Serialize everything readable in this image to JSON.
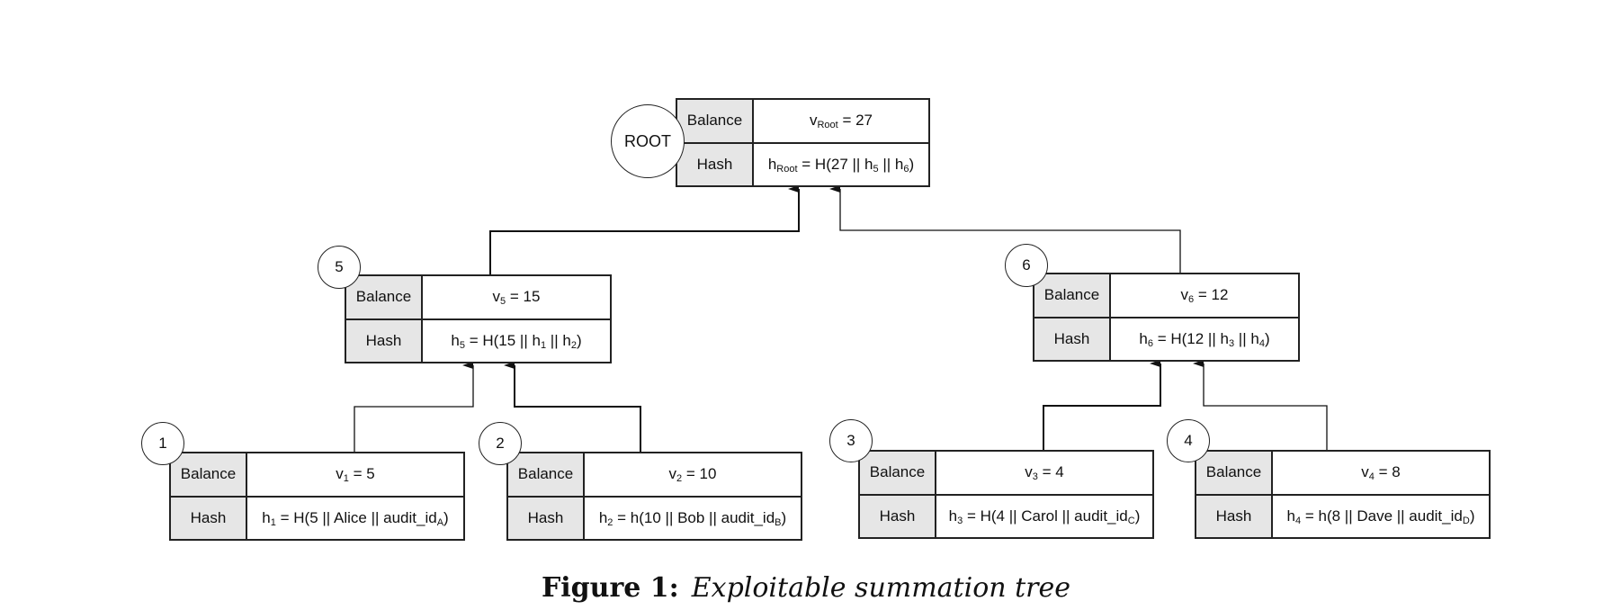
{
  "diagram": {
    "row_labels": {
      "balance": "Balance",
      "hash": "Hash"
    },
    "nodes": {
      "root": {
        "id": "ROOT",
        "balance": {
          "base": "v",
          "sub": "Root",
          "rest": " = 27"
        },
        "hash": {
          "base": "h",
          "sub": "Root",
          "parts": [
            " = H(27 || h",
            "5",
            " || h",
            "6",
            ")"
          ]
        }
      },
      "n5": {
        "id": "5",
        "balance": {
          "base": "v",
          "sub": "5",
          "rest": " = 15"
        },
        "hash": {
          "base": "h",
          "sub": "5",
          "parts": [
            " = H(15 || h",
            "1",
            " || h",
            "2",
            ")"
          ]
        }
      },
      "n6": {
        "id": "6",
        "balance": {
          "base": "v",
          "sub": "6",
          "rest": " = 12"
        },
        "hash": {
          "base": "h",
          "sub": "6",
          "parts": [
            " = H(12 || h",
            "3",
            " || h",
            "4",
            ")"
          ]
        }
      },
      "n1": {
        "id": "1",
        "balance": {
          "base": "v",
          "sub": "1",
          "rest": " = 5"
        },
        "hash": {
          "base": "h",
          "sub": "1",
          "parts": [
            " = H(5 || Alice || audit_id",
            "A",
            ")"
          ]
        }
      },
      "n2": {
        "id": "2",
        "balance": {
          "base": "v",
          "sub": "2",
          "rest": " = 10"
        },
        "hash": {
          "base": "h",
          "sub": "2",
          "parts": [
            " = h(10 || Bob || audit_id",
            "B",
            ")"
          ]
        }
      },
      "n3": {
        "id": "3",
        "balance": {
          "base": "v",
          "sub": "3",
          "rest": " = 4"
        },
        "hash": {
          "base": "h",
          "sub": "3",
          "parts": [
            " = H(4 || Carol || audit_id",
            "C",
            ")"
          ]
        }
      },
      "n4": {
        "id": "4",
        "balance": {
          "base": "v",
          "sub": "4",
          "rest": " = 8"
        },
        "hash": {
          "base": "h",
          "sub": "4",
          "parts": [
            " = h(8 || Dave || audit_id",
            "D",
            ")"
          ]
        }
      }
    }
  },
  "caption": {
    "label": "Figure 1:",
    "text": "Exploitable summation tree"
  }
}
